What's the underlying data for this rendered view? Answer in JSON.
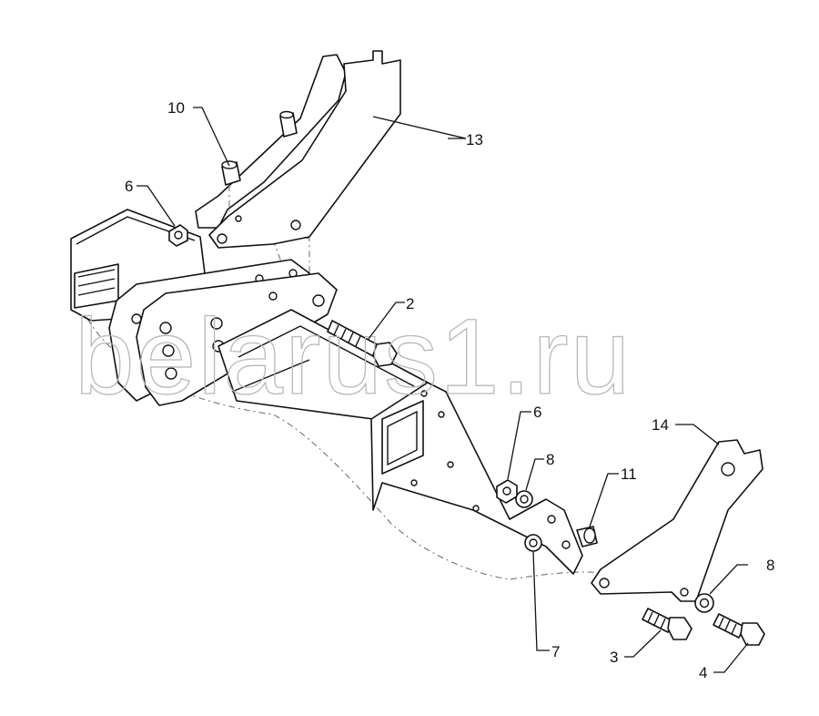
{
  "corner_mark": "",
  "watermark": "belarus1.ru",
  "callouts": {
    "c2": "2",
    "c3": "3",
    "c4": "4",
    "c6a": "6",
    "c6b": "6",
    "c7": "7",
    "c8a": "8",
    "c8b": "8",
    "c10": "10",
    "c11": "11",
    "c13": "13",
    "c14": "14"
  }
}
